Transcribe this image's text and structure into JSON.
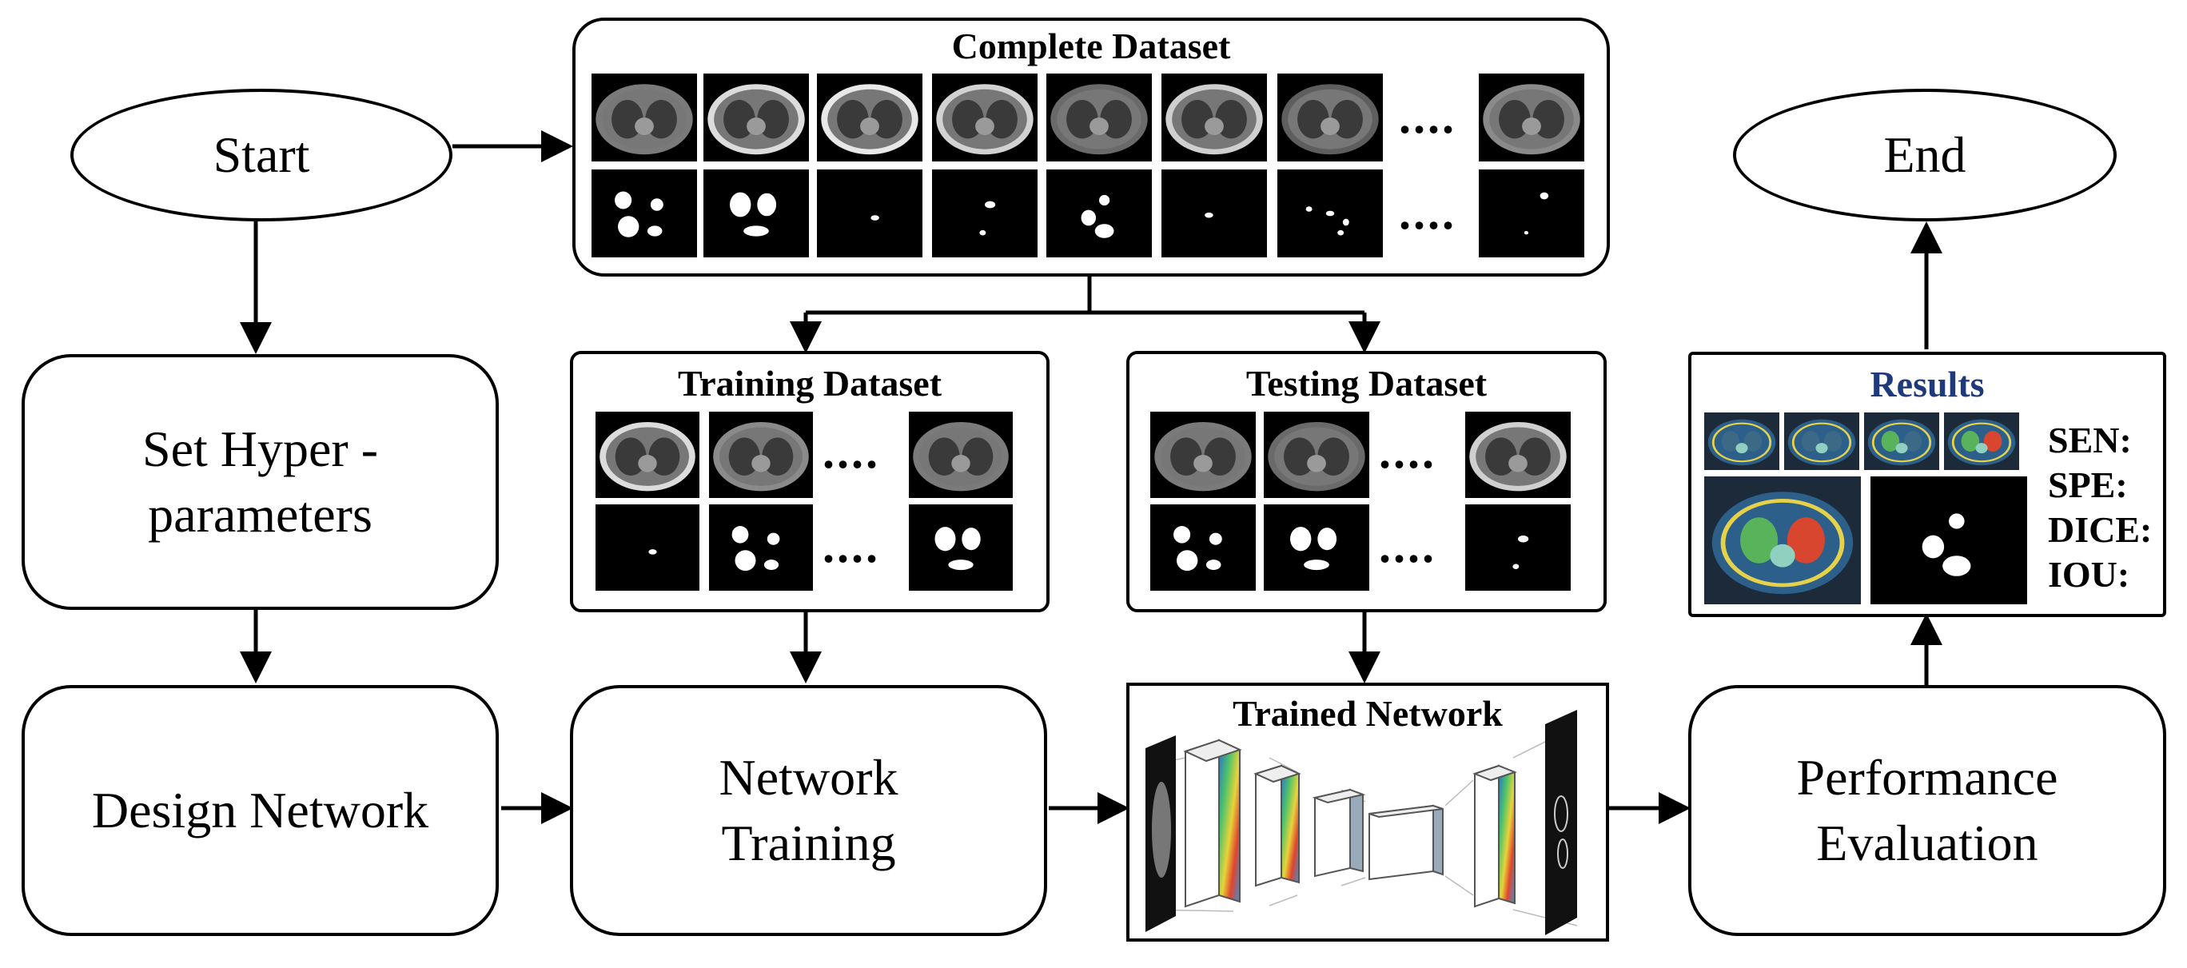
{
  "nodes": {
    "start": "Start",
    "end": "End",
    "set_hyper": "Set Hyper -\nparameters",
    "design_network": "Design Network",
    "network_training": "Network\nTraining",
    "performance": "Performance\nEvaluation"
  },
  "panels": {
    "complete": "Complete  Dataset",
    "training": "Training Dataset",
    "testing": "Testing Dataset",
    "trained": "Trained Network",
    "results": "Results"
  },
  "ellipsis": "....",
  "metrics": [
    "SEN:",
    "SPE:",
    "DICE:",
    "IOU:"
  ],
  "colors": {
    "results_title": "#1f3a7a",
    "line": "#000000"
  }
}
